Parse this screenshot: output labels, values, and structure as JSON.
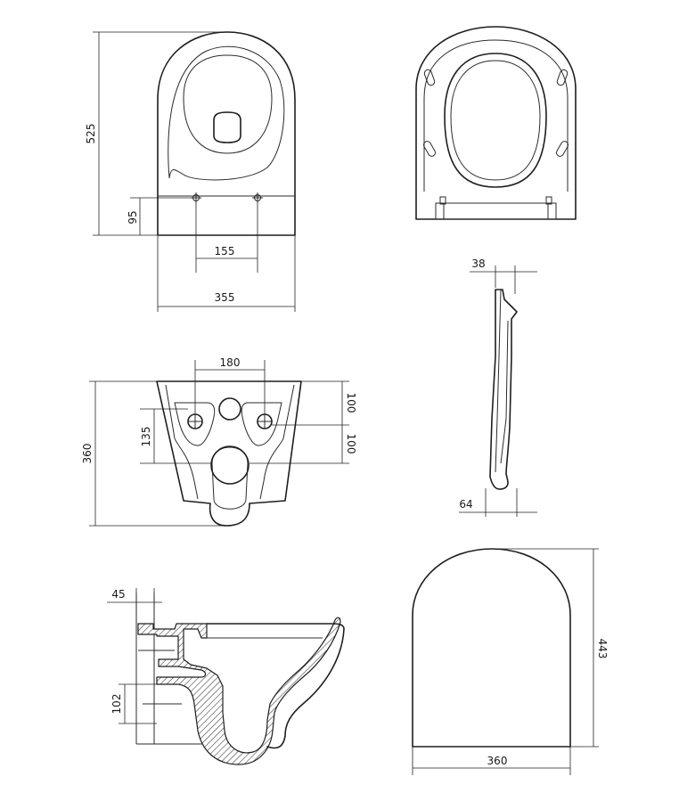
{
  "views": {
    "top_view": {
      "dim_length": "525",
      "dim_fixing_height": "95",
      "dim_fixing_spacing": "155",
      "dim_width": "355"
    },
    "seat_top_view": {},
    "rear_view": {
      "dim_pipe_spacing": "180",
      "dim_upper": "100",
      "dim_lower": "100",
      "dim_center_height": "135",
      "dim_height": "360"
    },
    "seat_side_view": {
      "dim_top_thickness": "38",
      "dim_bottom_thickness": "64"
    },
    "section_view": {
      "dim_wall_offset": "45",
      "dim_outlet_height": "102"
    },
    "front_view": {
      "dim_height": "443",
      "dim_width": "360"
    }
  }
}
